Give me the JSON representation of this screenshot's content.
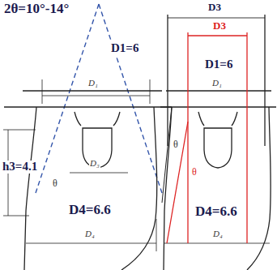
{
  "diagram": {
    "labels": [
      "2θ=10°-14°",
      "D1=6",
      "D₁",
      "D₃",
      "θ",
      "h3=4.1",
      "D4=6.6",
      "D₄",
      "D3",
      "D3",
      "D1=6",
      "D₁",
      "θ",
      "θ",
      "D4=6.6",
      "D₄"
    ]
  }
}
